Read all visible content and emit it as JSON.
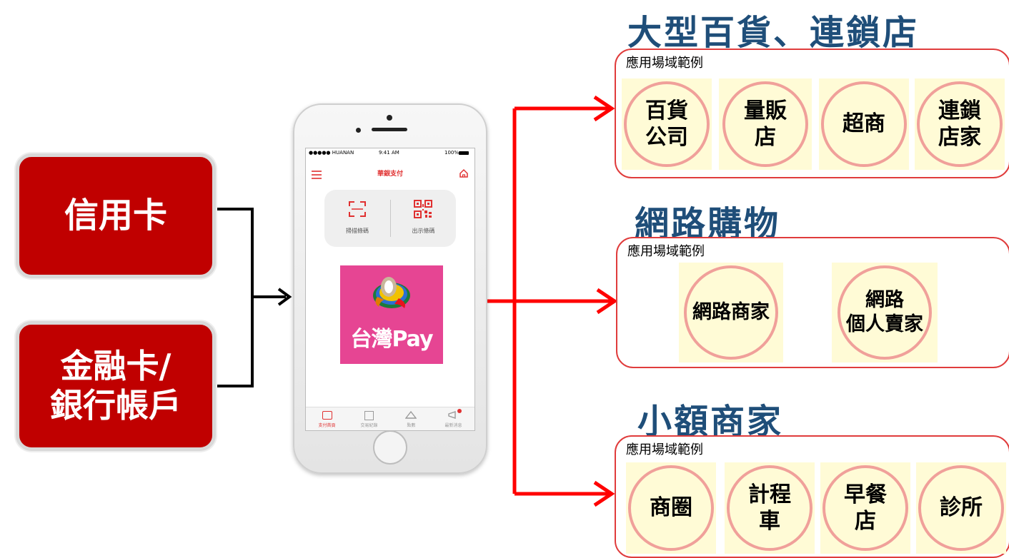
{
  "sources": {
    "credit": [
      "信用卡"
    ],
    "debit": [
      "金融卡/",
      "銀行帳戶"
    ]
  },
  "phone": {
    "status_carrier": "●●●●● HUANAN",
    "status_time": "9:41 AM",
    "status_battery": "100%",
    "app_title": "華銀支付",
    "scan_label": "掃描條碼",
    "show_label": "出示條碼",
    "logo_text": "台灣Pay",
    "tabs": [
      "支付首頁",
      "交易紀錄",
      "點數",
      "最新消息"
    ]
  },
  "sections": {
    "retail": {
      "title": "大型百貨、連鎖店",
      "label": "應用場域範例",
      "items": [
        [
          "百貨",
          "公司"
        ],
        [
          "量販",
          "店"
        ],
        [
          "超商"
        ],
        [
          "連鎖",
          "店家"
        ]
      ]
    },
    "online": {
      "title": "網路購物",
      "label": "應用場域範例",
      "items": [
        [
          "網路商家"
        ],
        [
          "網路",
          "個人賣家"
        ]
      ]
    },
    "small": {
      "title": "小額商家",
      "label": "應用場域範例",
      "items": [
        [
          "商圈"
        ],
        [
          "計程",
          "車"
        ],
        [
          "早餐",
          "店"
        ],
        [
          "診所"
        ]
      ]
    }
  },
  "colors": {
    "source_fill": "#c00000",
    "heading": "#1f4e79",
    "panel_border": "#e03c3c",
    "arrow_red": "#ff0000",
    "chip_fill": "#fffbd6",
    "chip_ring": "#f0a09a",
    "taiwanpay_bg": "#e64593"
  }
}
